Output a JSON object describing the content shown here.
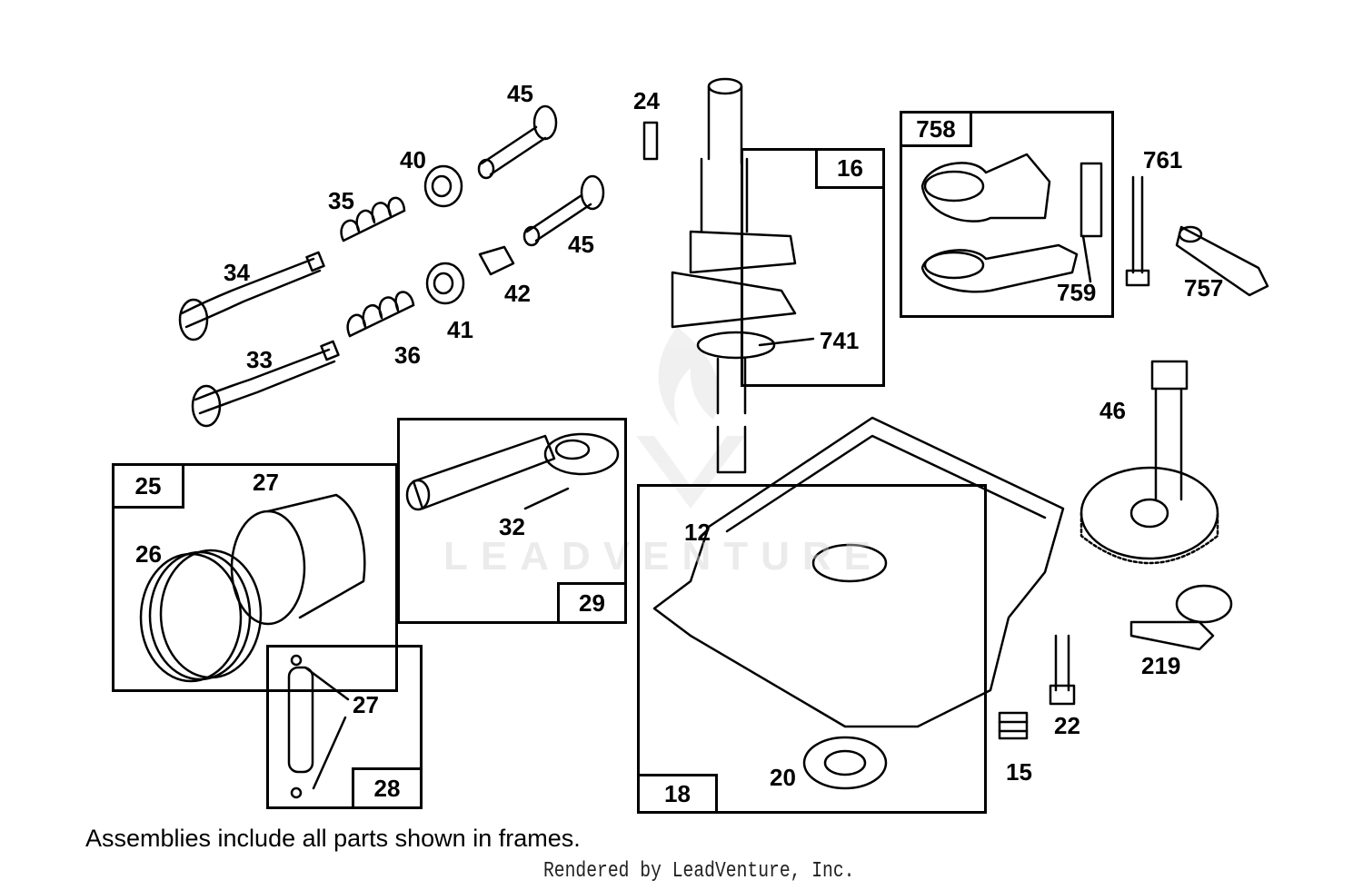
{
  "frames": {
    "f16": "16",
    "f758": "758",
    "f25": "25",
    "f29": "29",
    "f28": "28",
    "f18": "18"
  },
  "callouts": {
    "c45a": "45",
    "c24": "24",
    "c40": "40",
    "c35": "35",
    "c45b": "45",
    "c34": "34",
    "c42": "42",
    "c41": "41",
    "c36": "36",
    "c33": "33",
    "c741": "741",
    "c761": "761",
    "c759": "759",
    "c757": "757",
    "c46": "46",
    "c27a": "27",
    "c26": "26",
    "c32": "32",
    "c12": "12",
    "c27b": "27",
    "c219": "219",
    "c22": "22",
    "c20": "20",
    "c15": "15"
  },
  "footer": {
    "note": "Assemblies include all parts shown in frames.",
    "credit": "Rendered by LeadVenture, Inc."
  },
  "watermark": {
    "text": "LEADVENTURE",
    "logo_icon": "leadventure-flame-logo"
  }
}
